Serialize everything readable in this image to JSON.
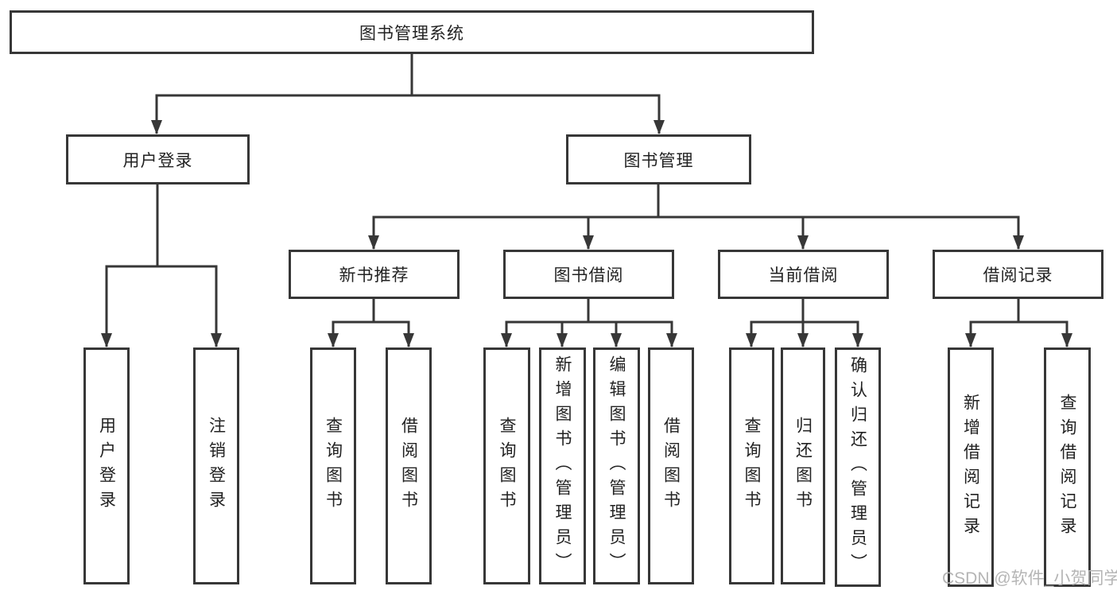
{
  "diagram": {
    "root": {
      "label": "图书管理系统"
    },
    "level2": [
      {
        "label": "用户登录"
      },
      {
        "label": "图书管理"
      }
    ],
    "level3": [
      {
        "label": "新书推荐"
      },
      {
        "label": "图书借阅"
      },
      {
        "label": "当前借阅"
      },
      {
        "label": "借阅记录"
      }
    ],
    "leaves": {
      "user_login": [
        {
          "label": "用户登录"
        },
        {
          "label": "注销登录"
        }
      ],
      "new_book": [
        {
          "label": "查询图书"
        },
        {
          "label": "借阅图书"
        }
      ],
      "book_borrow": [
        {
          "label": "查询图书"
        },
        {
          "label": "新增图书（管理员）"
        },
        {
          "label": "编辑图书（管理员）"
        },
        {
          "label": "借阅图书"
        }
      ],
      "current_borrow": [
        {
          "label": "查询图书"
        },
        {
          "label": "归还图书"
        },
        {
          "label": "确认归还（管理员）"
        }
      ],
      "borrow_records": [
        {
          "label": "新增借阅记录"
        },
        {
          "label": "查询借阅记录"
        }
      ]
    },
    "watermark": "CSDN @软件_小贺同学",
    "colors": {
      "line": "#373737",
      "text": "#222222",
      "watermark": "#b5b5b5",
      "background": "#ffffff"
    }
  }
}
